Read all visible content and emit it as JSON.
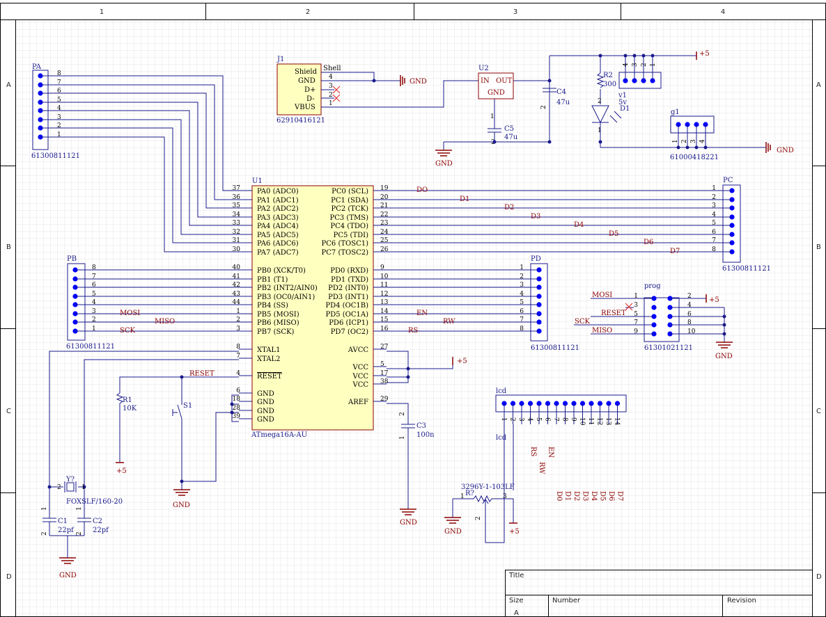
{
  "border": {
    "columns": [
      "1",
      "2",
      "3",
      "4"
    ],
    "rows": [
      "A",
      "B",
      "C",
      "D"
    ]
  },
  "title_block": {
    "title_label": "Title",
    "size_label": "Size",
    "number_label": "Number",
    "revision_label": "Revision",
    "size_value": "A"
  },
  "net_labels": {
    "gnd": "GND",
    "vcc": "+5",
    "reset": "RESET",
    "mosi": "MOSI",
    "miso": "MISO",
    "sck": "SCK",
    "en": "EN",
    "rw": "RW",
    "rs": "RS",
    "d": [
      "DO",
      "D1",
      "D2",
      "D3",
      "D4",
      "D5",
      "D6",
      "D7"
    ],
    "lcd_d": [
      "D0",
      "D1",
      "D2",
      "D3",
      "D4",
      "D5",
      "D6",
      "D7"
    ]
  },
  "u1": {
    "designator": "U1",
    "part": "ATmega16A-AU",
    "left_pins": [
      {
        "num": "37",
        "name": "PA0 (ADC0)"
      },
      {
        "num": "36",
        "name": "PA1 (ADC1)"
      },
      {
        "num": "35",
        "name": "PA2 (ADC2)"
      },
      {
        "num": "34",
        "name": "PA3 (ADC3)"
      },
      {
        "num": "33",
        "name": "PA4 (ADC4)"
      },
      {
        "num": "32",
        "name": "PA5 (ADC5)"
      },
      {
        "num": "31",
        "name": "PA6 (ADC6)"
      },
      {
        "num": "30",
        "name": "PA7 (ADC7)"
      },
      {
        "num": "40",
        "name": "PB0 (XCK/T0)"
      },
      {
        "num": "41",
        "name": "PB1 (T1)"
      },
      {
        "num": "42",
        "name": "PB2 (INT2/AIN0)"
      },
      {
        "num": "43",
        "name": "PB3 (OC0/AIN1)"
      },
      {
        "num": "44",
        "name": "PB4 (SS)"
      },
      {
        "num": "1",
        "name": "PB5 (MOSI)"
      },
      {
        "num": "2",
        "name": "PB6 (MISO)"
      },
      {
        "num": "3",
        "name": "PB7 (SCK)"
      },
      {
        "num": "8",
        "name": "XTAL1"
      },
      {
        "num": "7",
        "name": "XTAL2"
      },
      {
        "num": "4",
        "name": "RESET"
      },
      {
        "num": "6",
        "name": "GND"
      },
      {
        "num": "18",
        "name": "GND"
      },
      {
        "num": "28",
        "name": "GND"
      },
      {
        "num": "39",
        "name": "GND"
      }
    ],
    "right_pins": [
      {
        "num": "19",
        "name": "PC0 (SCL)"
      },
      {
        "num": "20",
        "name": "PC1 (SDA)"
      },
      {
        "num": "21",
        "name": "PC2 (TCK)"
      },
      {
        "num": "22",
        "name": "PC3 (TMS)"
      },
      {
        "num": "23",
        "name": "PC4 (TDO)"
      },
      {
        "num": "24",
        "name": "PC5 (TDI)"
      },
      {
        "num": "25",
        "name": "PC6 (TOSC1)"
      },
      {
        "num": "26",
        "name": "PC7 (TOSC2)"
      },
      {
        "num": "9",
        "name": "PD0 (RXD)"
      },
      {
        "num": "10",
        "name": "PD1 (TXD)"
      },
      {
        "num": "11",
        "name": "PD2 (INT0)"
      },
      {
        "num": "12",
        "name": "PD3 (INT1)"
      },
      {
        "num": "13",
        "name": "PD4 (OC1B)"
      },
      {
        "num": "14",
        "name": "PD5 (OC1A)"
      },
      {
        "num": "15",
        "name": "PD6 (ICP1)"
      },
      {
        "num": "16",
        "name": "PD7 (OC2)"
      },
      {
        "num": "27",
        "name": "AVCC"
      },
      {
        "num": "5",
        "name": "VCC"
      },
      {
        "num": "17",
        "name": "VCC"
      },
      {
        "num": "38",
        "name": "VCC"
      },
      {
        "num": "29",
        "name": "AREF"
      }
    ]
  },
  "connectors": {
    "pa": {
      "designator": "PA",
      "part": "61300811121",
      "pins": [
        "8",
        "7",
        "6",
        "5",
        "4",
        "3",
        "2",
        "1"
      ]
    },
    "pb": {
      "designator": "PB",
      "part": "61300811121",
      "pins": [
        "8",
        "7",
        "6",
        "5",
        "4",
        "3",
        "2",
        "1"
      ]
    },
    "pc": {
      "designator": "PC",
      "part": "61300811121",
      "pins": [
        "1",
        "2",
        "3",
        "4",
        "5",
        "6",
        "7",
        "8"
      ]
    },
    "pd": {
      "designator": "PD",
      "part": "61300811121",
      "pins": [
        "1",
        "2",
        "3",
        "4",
        "5",
        "6",
        "7",
        "8"
      ]
    },
    "prog": {
      "designator": "prog",
      "part": "61301021121",
      "odd": [
        "1",
        "3",
        "5",
        "7",
        "9"
      ],
      "even": [
        "2",
        "4",
        "6",
        "8",
        "10"
      ]
    },
    "v1": {
      "designator": "v1",
      "value": "5v",
      "pins": [
        "4",
        "3",
        "2",
        "1"
      ]
    },
    "g1": {
      "designator": "g1",
      "part": "61000418221",
      "pins": [
        "1",
        "2",
        "3",
        "4"
      ]
    },
    "lcd": {
      "designator": "lcd",
      "label2": "lcd",
      "pins": [
        "1",
        "2",
        "3",
        "4",
        "5",
        "6",
        "7",
        "8",
        "9",
        "10",
        "11",
        "12",
        "13",
        "14"
      ]
    },
    "j1": {
      "designator": "J1",
      "part": "62910416121",
      "pins": [
        {
          "num": "4",
          "name": "GND"
        },
        {
          "num": "3",
          "name": "D+"
        },
        {
          "num": "2",
          "name": "D-"
        },
        {
          "num": "1",
          "name": "VBUS"
        }
      ],
      "shield": "Shield",
      "shell": "Shell"
    }
  },
  "parts": {
    "u2": {
      "designator": "U2",
      "in": "IN",
      "out": "OUT",
      "gnd": "GND",
      "pin_gnd": "1",
      "pin_out": "2"
    },
    "c4": {
      "designator": "C4",
      "value": "47u",
      "pin_top": "2",
      "pin_bot": "1"
    },
    "c5": {
      "designator": "C5",
      "value": "47u",
      "pin_top": "1",
      "pin_bot": "2"
    },
    "c3": {
      "designator": "C3",
      "value": "100n",
      "pin_top": "2",
      "pin_bot": "1"
    },
    "c1": {
      "designator": "C1",
      "value": "22pf",
      "pin_top": "1",
      "pin_bot": "2"
    },
    "c2": {
      "designator": "C2",
      "value": "22pf",
      "pin_top": "1",
      "pin_bot": "2"
    },
    "r1": {
      "designator": "R1",
      "value": "10K"
    },
    "r2": {
      "designator": "R2",
      "value": "300"
    },
    "d1": {
      "designator": "D1",
      "pin_a": "2",
      "pin_k": "1"
    },
    "s1": {
      "designator": "S1"
    },
    "y1": {
      "designator": "Y?",
      "part": "FOXSLF/160-20",
      "pin_a": "2",
      "pin_b": "1"
    },
    "pot": {
      "designator": "R?",
      "part": "3296Y-1-103LF",
      "pins": [
        "1",
        "2",
        "3"
      ]
    }
  }
}
